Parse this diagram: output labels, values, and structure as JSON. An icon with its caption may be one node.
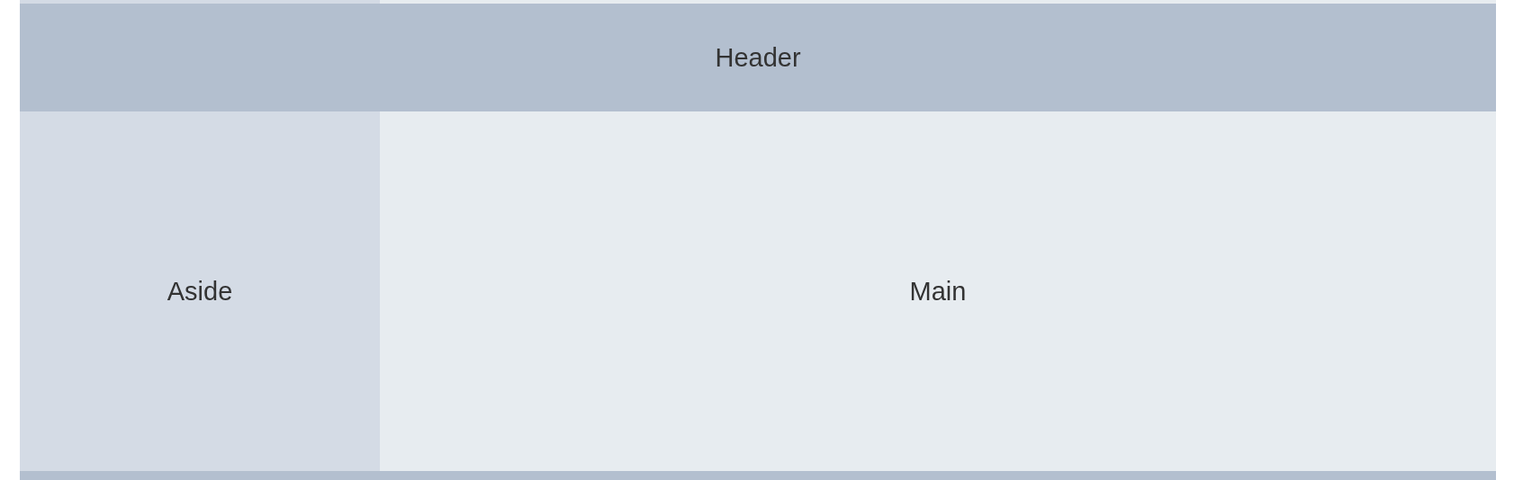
{
  "diagram": {
    "nodes": [
      {
        "text": [
          "Header"
        ]
      },
      {
        "text": [
          "Aside"
        ]
      },
      {
        "text": [
          "Main"
        ]
      },
      {
        "text": [],
        "shape": "bar"
      }
    ]
  }
}
